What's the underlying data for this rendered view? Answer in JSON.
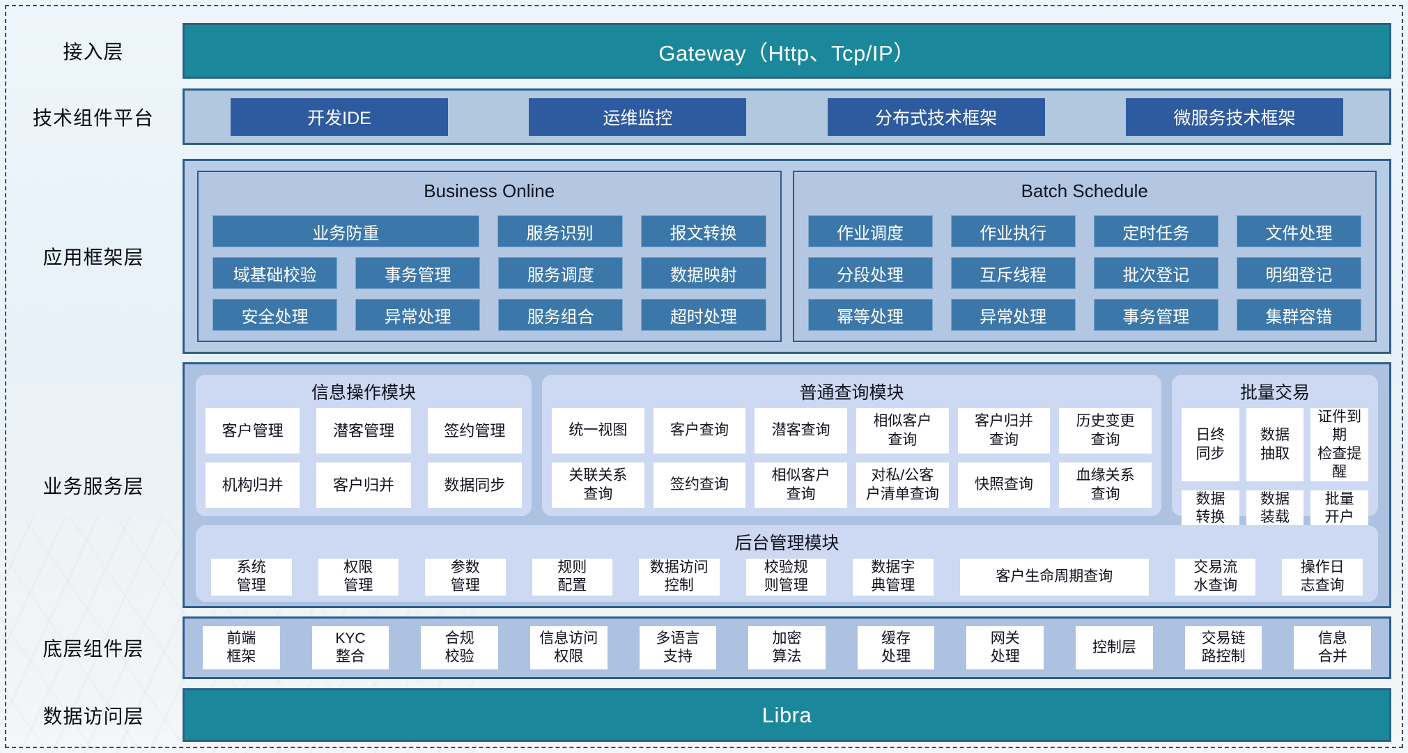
{
  "palette": {
    "teal": "#1b879b",
    "teal_border": "#2a6284",
    "navy_btn": "#2e5b9f",
    "steel_btn": "#3c77aa",
    "steel_btn_edge": "#7aa6cc",
    "tech_bg": "#b2c8de",
    "band_border": "#2d5d8c",
    "af_outer": "#b9cce6",
    "af_panel": "#b3c7e3",
    "bs_outer": "#adc2e0",
    "bs_panel": "#cdd9f2",
    "box_bg": "#ffffff",
    "ink": "#10121f",
    "label_ink": "#0b0c12"
  },
  "layers": {
    "access": {
      "label": "接入层",
      "bar": "Gateway（Http、Tcp/IP）"
    },
    "tech": {
      "label": "技术组件平台",
      "items": [
        "开发IDE",
        "运维监控",
        "分布式技术框架",
        "微服务技术框架"
      ]
    },
    "appframe": {
      "label": "应用框架层",
      "panels": [
        {
          "title": "Business Online",
          "rows": [
            [
              "业务防重",
              "服务识别",
              "报文转换"
            ],
            [
              "域基础校验",
              "事务管理",
              "服务调度",
              "数据映射"
            ],
            [
              "安全处理",
              "异常处理",
              "服务组合",
              "超时处理"
            ]
          ]
        },
        {
          "title": "Batch Schedule",
          "rows": [
            [
              "作业调度",
              "作业执行",
              "定时任务",
              "文件处理"
            ],
            [
              "分段处理",
              "互斥线程",
              "批次登记",
              "明细登记"
            ],
            [
              "幂等处理",
              "异常处理",
              "事务管理",
              "集群容错"
            ]
          ]
        }
      ]
    },
    "bizservice": {
      "label": "业务服务层",
      "info_panel": {
        "title": "信息操作模块",
        "items": [
          "客户管理",
          "潜客管理",
          "签约管理",
          "机构归并",
          "客户归并",
          "数据同步"
        ]
      },
      "query_panel": {
        "title": "普通查询模块",
        "items": [
          "统一视图",
          "客户查询",
          "潜客查询",
          "相似客户\n查询",
          "客户归并\n查询",
          "历史变更\n查询",
          "关联关系\n查询",
          "签约查询",
          "相似客户\n查询",
          "对私/公客\n户清单查询",
          "快照查询",
          "血缘关系\n查询"
        ]
      },
      "batch_panel": {
        "title": "批量交易",
        "items": [
          "日终\n同步",
          "数据\n抽取",
          "证件到期\n检查提醒",
          "数据\n转换",
          "数据\n装载",
          "批量\n开户"
        ]
      },
      "admin_panel": {
        "title": "后台管理模块",
        "items": [
          "系统\n管理",
          "权限\n管理",
          "参数\n管理",
          "规则\n配置",
          "数据访问\n控制",
          "校验规\n则管理",
          "数据字\n典管理",
          {
            "label": "客户生命周期查询",
            "wide": true
          },
          "交易流\n水查询",
          "操作日\n志查询"
        ]
      }
    },
    "bottomcomp": {
      "label": "底层组件层",
      "items": [
        "前端\n框架",
        "KYC\n整合",
        "合规\n校验",
        "信息访问\n权限",
        "多语言\n支持",
        "加密\n算法",
        "缓存\n处理",
        "网关\n处理",
        "控制层",
        "交易链\n路控制",
        "信息\n合并"
      ]
    },
    "dataaccess": {
      "label": "数据访问层",
      "bar": "Libra"
    }
  }
}
